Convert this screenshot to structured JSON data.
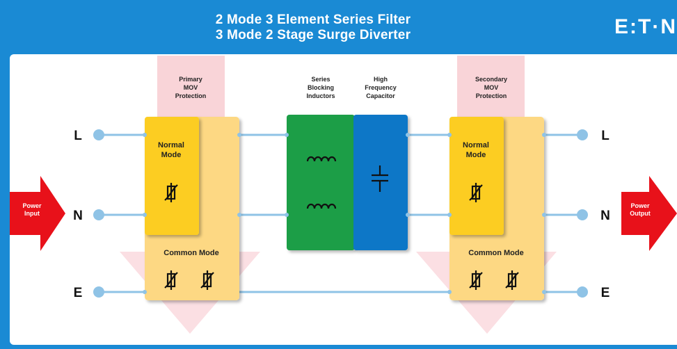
{
  "header": {
    "title_line1": "2 Mode 3 Element Series Filter",
    "title_line2": "3 Mode 2 Stage Surge Diverter",
    "logo": "E:T·N"
  },
  "arrows": {
    "input": [
      "Power",
      "Input"
    ],
    "output": [
      "Power",
      "Output"
    ]
  },
  "lines": [
    "L",
    "N",
    "E"
  ],
  "primary": {
    "header": [
      "Primary",
      "MOV",
      "Protection"
    ],
    "normal": [
      "Normal",
      "Mode"
    ],
    "common": "Common Mode"
  },
  "filter": {
    "inductors": [
      "Series",
      "Blocking",
      "Inductors"
    ],
    "capacitor": [
      "High",
      "Frequency",
      "Capacitor"
    ]
  },
  "secondary": {
    "header": [
      "Secondary",
      "MOV",
      "Protection"
    ],
    "normal": [
      "Normal",
      "Mode"
    ],
    "common": "Common Mode"
  },
  "colors": {
    "background": "#1a8ad4",
    "arrow_red": "#e8111a",
    "mov_outer": "#fdd883",
    "mov_inner": "#fccd22",
    "pink": "#f9d4d8",
    "inductor_green": "#1a9e47",
    "capacitor_blue": "#1177c7",
    "wire": "#8fc3e6"
  }
}
